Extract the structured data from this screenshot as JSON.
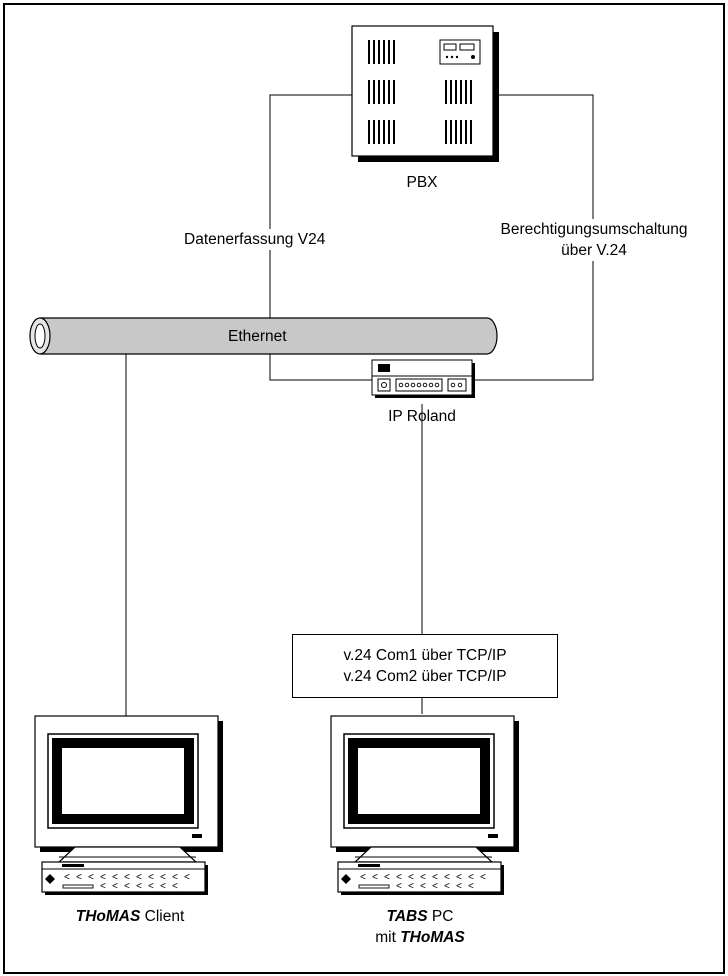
{
  "nodes": {
    "pbx": "PBX",
    "ip_roland": "IP Roland",
    "ethernet": "Ethernet"
  },
  "links": {
    "left": "Datenerfassung V24",
    "right_line1": "Berechtigungsumschaltung",
    "right_line2": "über V.24"
  },
  "com_box": {
    "line1": "v.24 Com1 über TCP/IP",
    "line2": "v.24 Com2 über TCP/IP"
  },
  "client": {
    "product": "THoMAS",
    "suffix": " Client"
  },
  "tabs_pc": {
    "product": "TABS",
    "suffix": " PC",
    "line2_prefix": "mit ",
    "line2_product": "THoMAS"
  }
}
